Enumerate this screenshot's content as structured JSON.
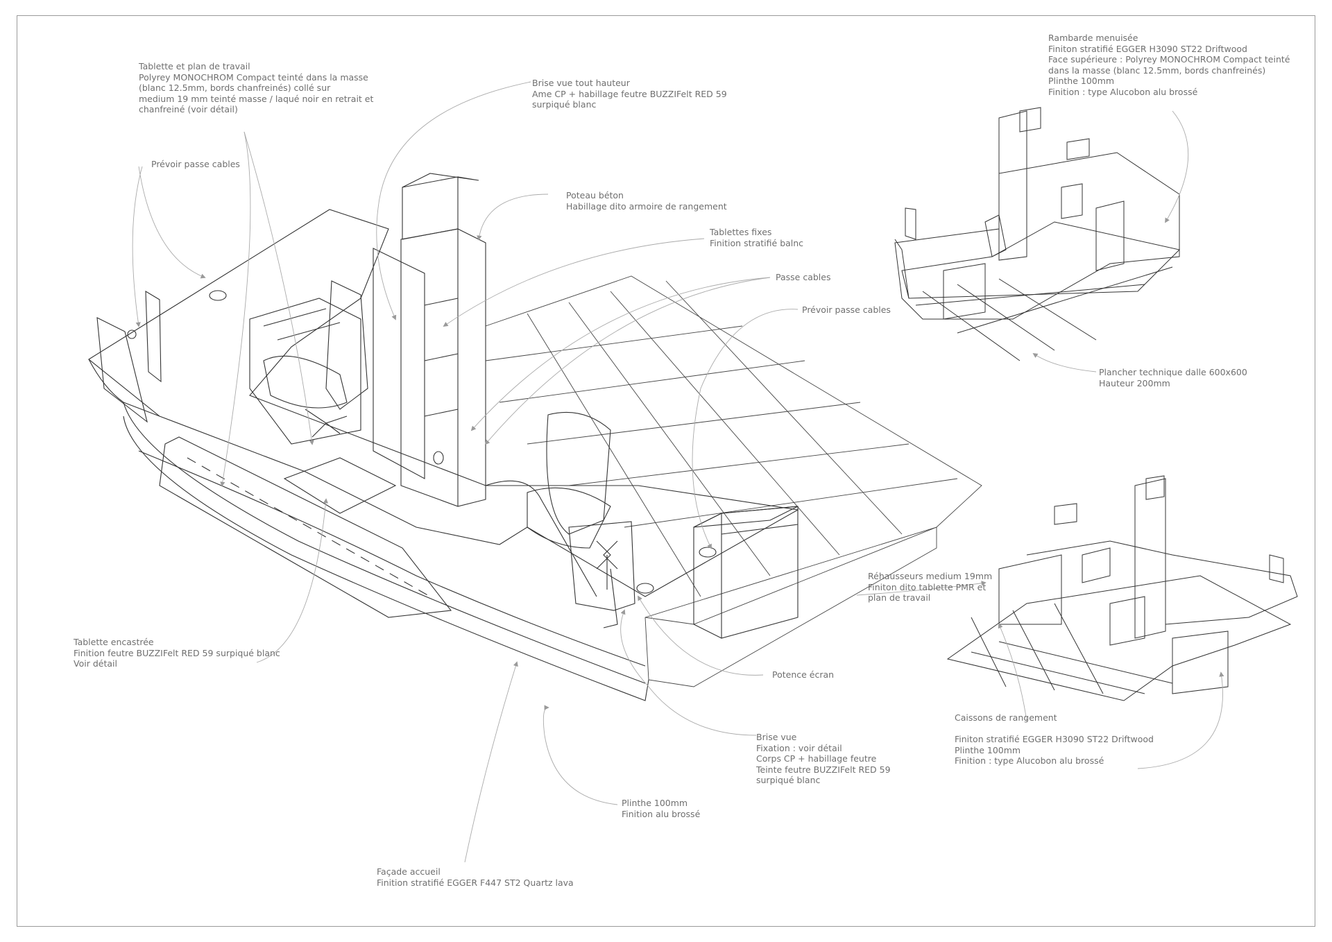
{
  "annotations": [
    {
      "id": "tablette-plan-travail",
      "lines": [
        "Tablette et plan de travail",
        "Polyrey MONOCHROM Compact teinté dans la masse",
        "(blanc 12.5mm, bords chanfreinés) collé sur",
        "medium 19 mm teinté masse / laqué noir en retrait et",
        "chanfreiné (voir détail)"
      ]
    },
    {
      "id": "prevoir-passe-cables-left",
      "lines": [
        "Prévoir passe cables"
      ]
    },
    {
      "id": "brise-vue-tout-hauteur",
      "lines": [
        "Brise vue tout hauteur",
        "Ame CP + habillage feutre BUZZIFelt RED 59",
        "surpiqué blanc"
      ]
    },
    {
      "id": "poteau-beton",
      "lines": [
        "Poteau béton",
        "Habillage dito armoire de rangement"
      ]
    },
    {
      "id": "tablettes-fixes",
      "lines": [
        "Tablettes fixes",
        "Finition stratifié balnc"
      ]
    },
    {
      "id": "passe-cables",
      "lines": [
        "Passe cables"
      ]
    },
    {
      "id": "prevoir-passe-cables-right",
      "lines": [
        "Prévoir passe cables"
      ]
    },
    {
      "id": "rambarde-menuisee",
      "lines": [
        "Rambarde menuisée",
        "Finiton stratifié EGGER H3090 ST22 Driftwood",
        "Face supérieure :  Polyrey MONOCHROM Compact teinté",
        "dans la masse (blanc 12.5mm, bords chanfreinés)",
        "Plinthe 100mm",
        "Finition : type Alucobon alu brossé"
      ]
    },
    {
      "id": "plancher-technique",
      "lines": [
        "Plancher technique dalle 600x600",
        "Hauteur 200mm"
      ]
    },
    {
      "id": "rehausseurs",
      "lines": [
        "Réhausseurs medium 19mm",
        "Finiton dito tablette PMR et",
        "plan de travail"
      ]
    },
    {
      "id": "tablette-encastree",
      "lines": [
        "Tablette encastrée",
        "Finition feutre BUZZIFelt RED 59 surpiqué blanc",
        "Voir détail"
      ]
    },
    {
      "id": "potence-ecran",
      "lines": [
        "Potence écran"
      ]
    },
    {
      "id": "brise-vue",
      "lines": [
        "Brise vue",
        "Fixation : voir détail",
        "Corps CP + habillage feutre",
        "Teinte feutre BUZZIFelt RED 59",
        "surpiqué blanc"
      ]
    },
    {
      "id": "caissons-rangement",
      "lines": [
        "Caissons de rangement",
        "",
        "Finiton stratifié EGGER H3090 ST22 Driftwood",
        "Plinthe 100mm",
        "Finition : type Alucobon alu brossé"
      ]
    },
    {
      "id": "plinthe",
      "lines": [
        "Plinthe 100mm",
        "Finition alu brossé"
      ]
    },
    {
      "id": "facade-accueil",
      "lines": [
        "Façade accueil",
        "Finition stratifié EGGER F447 ST2 Quartz lava"
      ]
    }
  ]
}
